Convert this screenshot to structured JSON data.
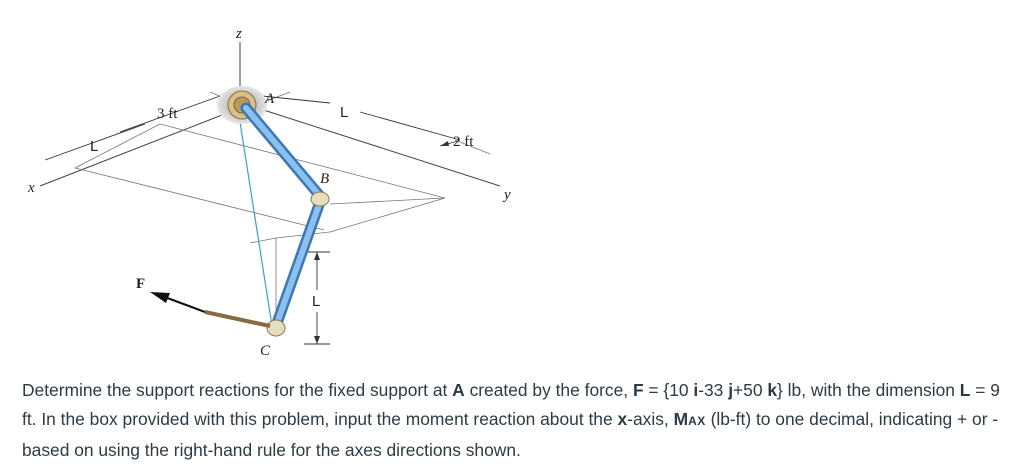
{
  "figure": {
    "labels": {
      "z_axis": "z",
      "x_axis": "x",
      "y_axis": "y",
      "point_a": "A",
      "point_b": "B",
      "point_c": "C",
      "force": "F",
      "dim_3ft": "3 ft",
      "dim_2ft": "2 ft",
      "dim_L_left": "L",
      "dim_L_top": "L",
      "dim_L_vertical": "L"
    },
    "colors": {
      "pipe": "#6aa9e6",
      "pipe_dark": "#3c78b8",
      "support": "#d8c08a",
      "support_shadow": "#c9c9c9",
      "line_of_action": "#3aa0d8"
    }
  },
  "problem": {
    "part1": "Determine the support reactions for the fixed support at ",
    "point": "A",
    "part2": " created by the force, ",
    "force_symbol": "F",
    "part3": " = {10 ",
    "i": "i",
    "part4": "-33 ",
    "j": "j",
    "part5": "+50 ",
    "k": "k",
    "part6": "} lb, with the dimension ",
    "dim_symbol": "L",
    "part7": " = 9 ft. In the box provided with this problem, input the moment reaction about the ",
    "axis": "x",
    "part8": "-axis, ",
    "moment_main": "M",
    "moment_sub": "AX",
    "part9": " (lb-ft) to one decimal, indicating + or - based on using the right-hand rule for the axes directions shown."
  }
}
